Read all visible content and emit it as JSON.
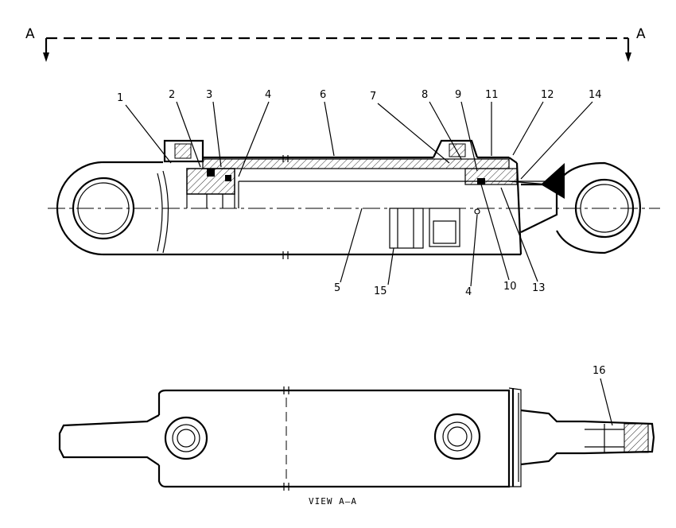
{
  "section_marks": {
    "left": "A",
    "right": "A"
  },
  "view_caption": "VIEW A–A",
  "callouts": [
    "1",
    "2",
    "3",
    "4",
    "6",
    "7",
    "8",
    "9",
    "11",
    "12",
    "14",
    "5",
    "15",
    "4",
    "10",
    "13",
    "16"
  ]
}
